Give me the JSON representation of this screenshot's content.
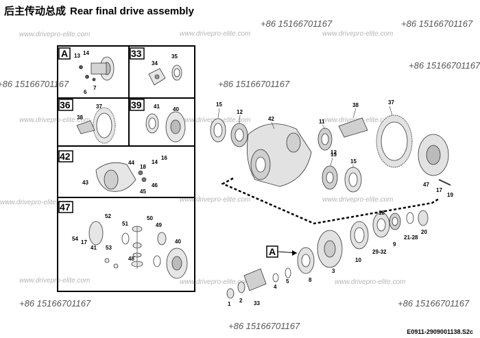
{
  "title": {
    "cn": "后主传动总成",
    "en": "Rear final drive assembly"
  },
  "watermark_site": "www.drivepro-elite.com",
  "phone": "+86 15166701167",
  "drawing_code": "E0911-2909001138.S2c",
  "boxes": [
    {
      "label": "A",
      "parts": [
        "13",
        "14",
        "6",
        "7"
      ]
    },
    {
      "label": "33",
      "parts": [
        "34",
        "35"
      ]
    },
    {
      "label": "36",
      "parts": [
        "37",
        "38"
      ]
    },
    {
      "label": "39",
      "parts": [
        "41",
        "40"
      ]
    },
    {
      "label": "42",
      "parts": [
        "44",
        "18",
        "14",
        "16",
        "43",
        "46",
        "45"
      ]
    },
    {
      "label": "47",
      "parts": [
        "52",
        "50",
        "49",
        "54",
        "17",
        "41",
        "53",
        "51",
        "48",
        "40"
      ]
    }
  ],
  "main_labels": [
    "15",
    "12",
    "42",
    "11",
    "38",
    "37",
    "13",
    "12",
    "15",
    "47",
    "17",
    "19",
    "18",
    "9",
    "21-28",
    "20",
    "10",
    "29-32",
    "8",
    "3",
    "5",
    "4",
    "1",
    "2",
    "33"
  ],
  "callout_A": "A"
}
